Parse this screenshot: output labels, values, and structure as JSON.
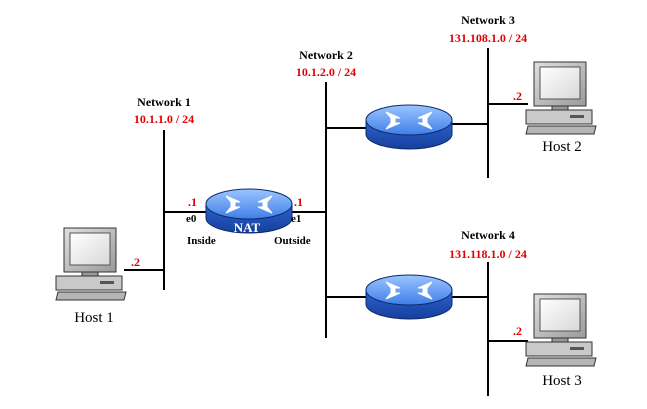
{
  "networks": [
    {
      "name": "Network 1",
      "address": "10.1.1.0 / 24"
    },
    {
      "name": "Network 2",
      "address": "10.1.2.0 / 24"
    },
    {
      "name": "Network 3",
      "address": "131.108.1.0 / 24"
    },
    {
      "name": "Network 4",
      "address": "131.118.1.0 / 24"
    }
  ],
  "hosts": [
    {
      "name": "Host 1",
      "ip": ".2"
    },
    {
      "name": "Host 2",
      "ip": ".2"
    },
    {
      "name": "Host 3",
      "ip": ".2"
    }
  ],
  "nat_router": {
    "label": "NAT",
    "inside_iface": "e0",
    "inside_label": "Inside",
    "inside_ip": ".1",
    "outside_iface": "e1",
    "outside_label": "Outside",
    "outside_ip": ".1"
  },
  "colors": {
    "router_body": "#2e6ad6",
    "router_top": "#6fa6ff",
    "address_text": "#e00000"
  },
  "icons": [
    "router-icon",
    "computer-icon"
  ]
}
